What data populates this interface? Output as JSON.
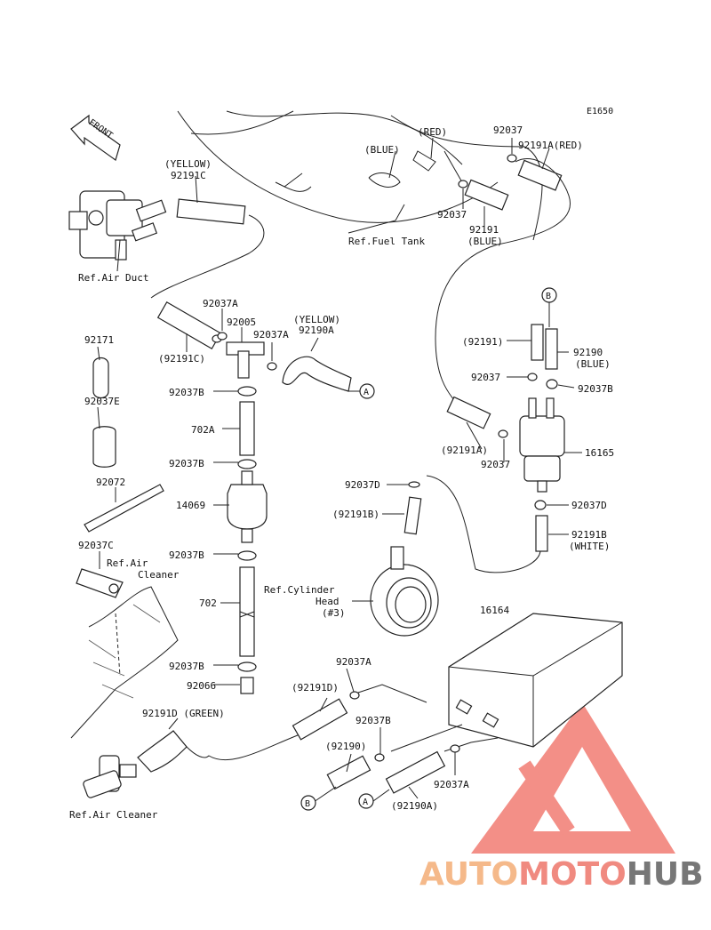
{
  "diagram_code": "E1650",
  "front_label": "FRONT",
  "callouts": {
    "c1": "(RED)",
    "c2": "92037",
    "c3": "92191A(RED)",
    "c4": "(BLUE)",
    "c5": "92037",
    "c6": "92191",
    "c7": "(BLUE)",
    "c8": "Ref.Fuel Tank",
    "c9": "(YELLOW)",
    "c10": "92191C",
    "c11": "Ref.Air Duct",
    "c12": "92037A",
    "c13": "92005",
    "c14": "(YELLOW)",
    "c15": "92037A",
    "c16": "92190A",
    "c17": "(92191C)",
    "c18": "92171",
    "c19": "92037B",
    "c20": "92037E",
    "c21": "702A",
    "c22": "92037B",
    "c23": "92072",
    "c24": "14069",
    "c25": "92037B",
    "c26": "92037C",
    "c27": "Ref.Air",
    "c28": "Cleaner",
    "c29": "702",
    "c30": "92037B",
    "c31": "92066",
    "c32": "92191D (GREEN)",
    "c33": "Ref.Air Cleaner",
    "c34": "(92191)",
    "c35": "92190",
    "c36": "(BLUE)",
    "c37": "92037",
    "c38": "92037B",
    "c39": "(92191A)",
    "c40": "92037",
    "c41": "16165",
    "c42": "92037D",
    "c43": "(92191B)",
    "c44": "92037D",
    "c45": "92191B",
    "c46": "(WHITE)",
    "c47": "Ref.Cylinder",
    "c48": "Head",
    "c49": "(#3)",
    "c50": "16164",
    "c51": "92037A",
    "c52": "(92191D)",
    "c53": "92037B",
    "c54": "(92190)",
    "c55": "92037A",
    "c56": "(92190A)"
  },
  "markers": {
    "a1": "A",
    "a2": "A",
    "b1": "B",
    "b2": "B"
  },
  "watermark": {
    "part1": "AUTO",
    "part2": "MOTO",
    "part3": "HUB"
  },
  "colors": {
    "line": "#222222",
    "wm_orange": "#f5b98a",
    "wm_red": "#f08a80",
    "wm_gray": "#777777",
    "wm_triangle": "#f06a60"
  }
}
